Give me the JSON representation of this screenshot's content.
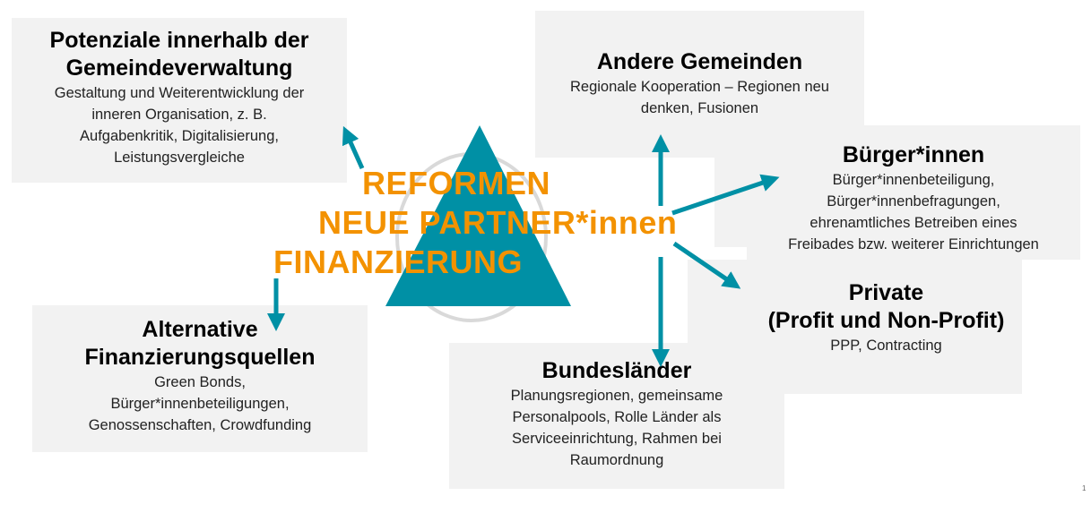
{
  "boxes": {
    "gemeindeverwaltung": {
      "title1": "Potenziale innerhalb der",
      "title2": "Gemeindeverwaltung",
      "lines": [
        "Gestaltung und Weiterentwicklung der",
        "inneren Organisation, z. B.",
        "Aufgabenkritik, Digitalisierung,",
        "Leistungsvergleiche"
      ]
    },
    "andere_gemeinden": {
      "title1": "Andere Gemeinden",
      "lines": [
        "Regionale Kooperation – Regionen neu",
        "denken, Fusionen"
      ]
    },
    "buerger": {
      "title1": "Bürger*innen",
      "lines": [
        "Bürger*innenbeteiligung,",
        "Bürger*innenbefragungen,",
        "ehrenamtliches Betreiben eines",
        "Freibades bzw. weiterer Einrichtungen"
      ]
    },
    "private": {
      "title1": "Private",
      "title2": "(Profit und Non-Profit)",
      "lines": [
        "PPP, Contracting"
      ]
    },
    "bundeslaender": {
      "title1": "Bundesländer",
      "lines": [
        "Planungsregionen, gemeinsame",
        "Personalpools, Rolle Länder als",
        "Serviceeinrichtung, Rahmen bei",
        "Raumordnung"
      ]
    },
    "finanzierung": {
      "title1": "Alternative",
      "title2": "Finanzierungsquellen",
      "lines": [
        "Green Bonds,",
        "Bürger*innenbeteiligungen,",
        "Genossenschaften, Crowdfunding"
      ]
    }
  },
  "center": {
    "line1": "REFORMEN",
    "line2": "NEUE PARTNER*innen",
    "line3": "FINANZIERUNG"
  },
  "page_number": "1",
  "colors": {
    "teal": "#0090A5",
    "orange": "#F39200",
    "box": "#f2f2f2"
  }
}
